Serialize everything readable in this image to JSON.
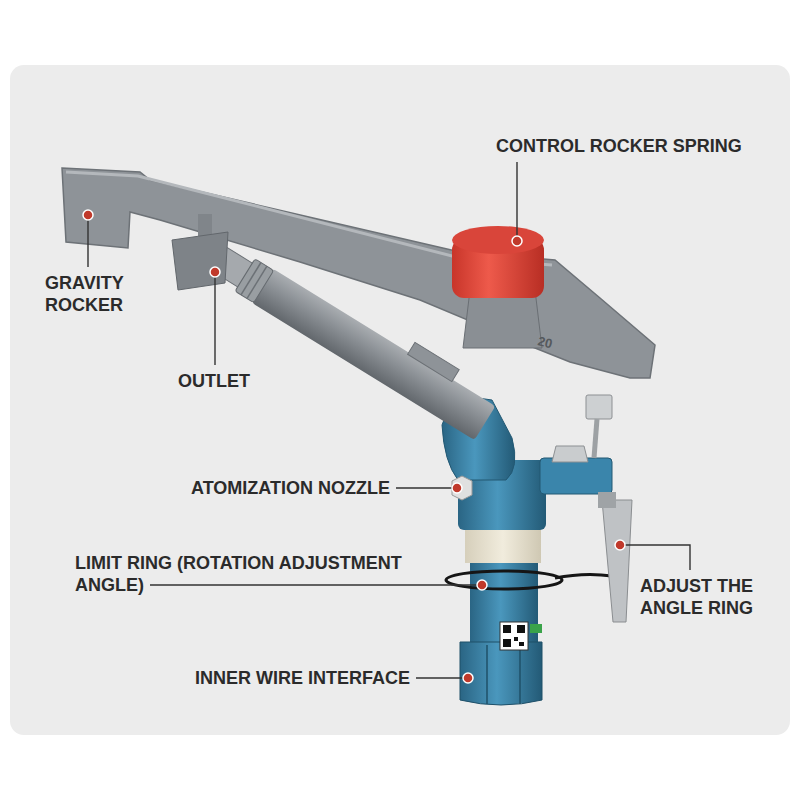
{
  "diagram": {
    "labels": [
      "CONTROL ROCKER SPRING",
      "GRAVITY ROCKER",
      "OUTLET",
      "ATOMIZATION NOZZLE",
      "LIMIT RING (ROTATION ADJUSTMENT ANGLE)",
      "ADJUST THE ANGLE RING",
      "INNER WIRE INTERFACE",
      "20"
    ]
  }
}
